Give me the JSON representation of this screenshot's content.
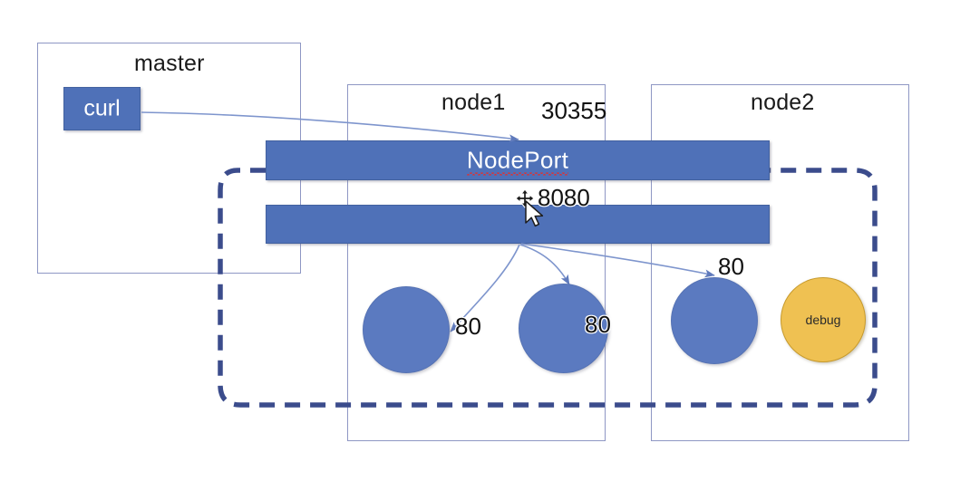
{
  "diagram": {
    "title_context": "Kubernetes NodePort service traffic flow",
    "colors": {
      "bar_fill": "#4F71B8",
      "bar_border": "#42619F",
      "pod_fill": "#5B7AC0",
      "debug_fill": "#EFC152",
      "debug_border": "#C79A2C",
      "box_border": "#8E97C4",
      "dashed_line": "#3B4C8C",
      "arrow_line": "#6D86C4",
      "spellcheck_underline": "#E03030"
    },
    "groups": [
      {
        "id": "master",
        "label": "master"
      },
      {
        "id": "node1",
        "label": "node1"
      },
      {
        "id": "node2",
        "label": "node2"
      }
    ],
    "shapes": {
      "curl": {
        "label": "curl"
      },
      "nodeport_bar": {
        "label": "NodePort",
        "spellchecked": true
      },
      "target_bar": {
        "label": ""
      },
      "debug_pod": {
        "label": "debug"
      }
    },
    "port_labels": {
      "nodeport": "30355",
      "service_port": "8080",
      "pod1_port": "80",
      "pod2_port": "80",
      "pod3_port": "80"
    },
    "pods": [
      {
        "id": "pod-node1-a",
        "node": "node1",
        "port": "80"
      },
      {
        "id": "pod-node1-b",
        "node": "node1",
        "port": "80"
      },
      {
        "id": "pod-node2-a",
        "node": "node2",
        "port": "80"
      },
      {
        "id": "pod-node2-debug",
        "node": "node2",
        "port": "",
        "label": "debug"
      }
    ],
    "cursor": {
      "type": "move-cursor"
    }
  }
}
